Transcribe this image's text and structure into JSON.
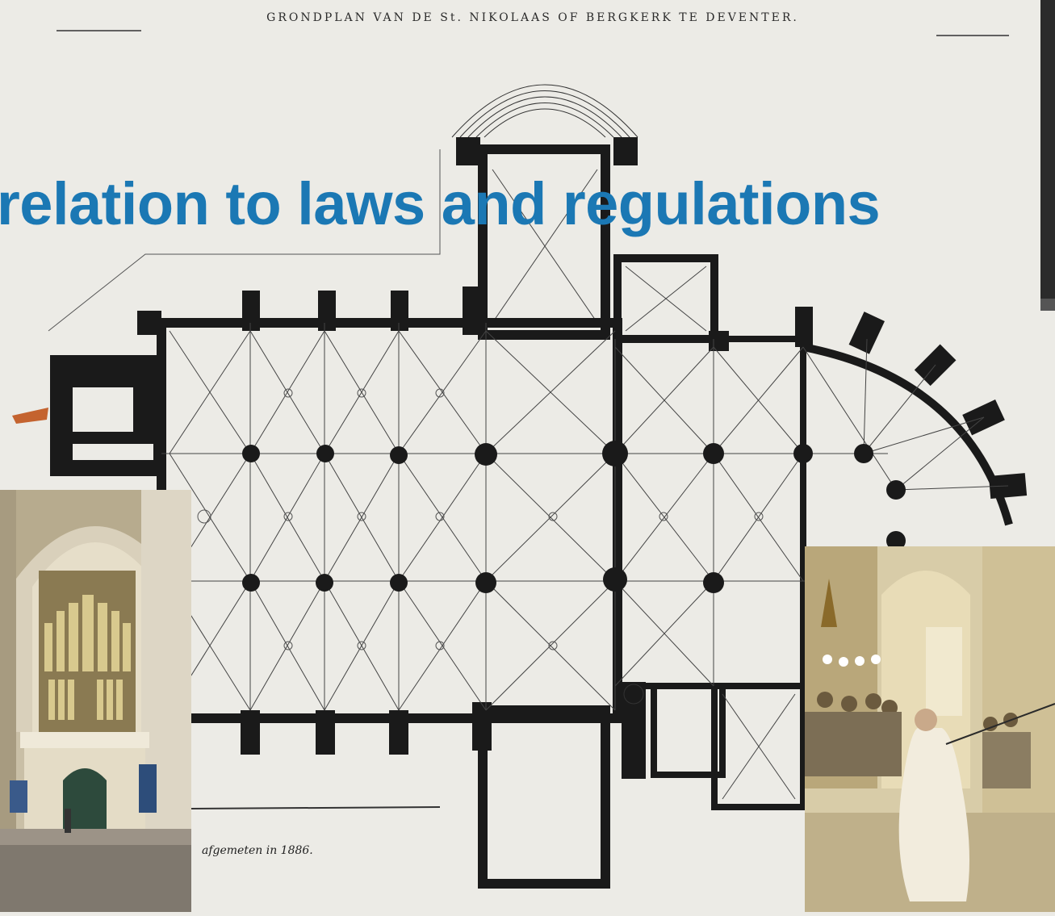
{
  "slide": {
    "title": "relation to laws and regulations"
  },
  "floor_plan": {
    "header": "GRONDPLAN VAN DE St. NIKOLAAS OF BERGKERK TE DEVENTER.",
    "note": "afgemeten in 1886."
  },
  "photos": {
    "left": "church-interior-organ-photo",
    "right": "church-performance-photo",
    "corner": "cropped-photo-edge"
  },
  "colors": {
    "title": "#1b78b4",
    "paper": "#ecebe6",
    "ink": "#1a1a1a"
  }
}
